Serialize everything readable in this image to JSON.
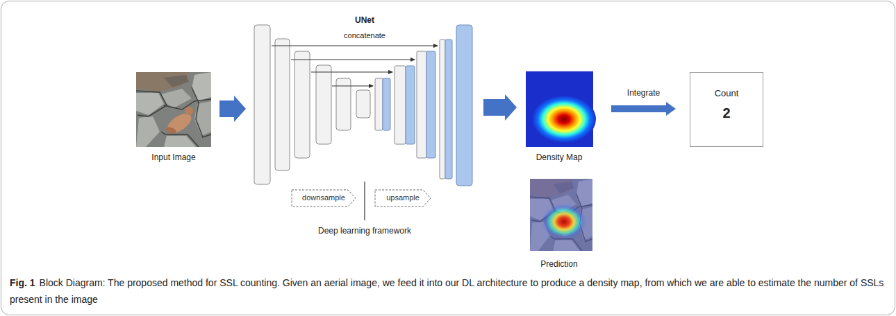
{
  "diagram": {
    "caption": "Block Diagram: The proposed method for SSL counting. Given an aerial image, we feed it into our DL architecture to produce a density map, from which we are able to estimate the number of SSLs present in the image",
    "nodes": [
      {
        "text": [
          "Input Image"
        ]
      },
      {
        "text": [
          "UNet",
          "Deep learning framework"
        ]
      },
      {
        "text": [
          "downsample"
        ],
        "in": 1
      },
      {
        "text": [
          "upsample"
        ],
        "in": 1
      },
      {
        "text": [
          "Density Map"
        ]
      },
      {
        "text": [
          "Prediction"
        ]
      },
      {
        "text": [
          "Count",
          "2"
        ]
      }
    ],
    "edges": [
      {
        "from": 0,
        "to": 1,
        "arrow": "to"
      },
      {
        "from": 1,
        "to": 4,
        "arrow": "to"
      },
      {
        "from": 4,
        "to": 6,
        "label": "Integrate",
        "arrow": "to"
      }
    ],
    "labels": [
      "concatenate",
      "Fig. 1"
    ]
  }
}
